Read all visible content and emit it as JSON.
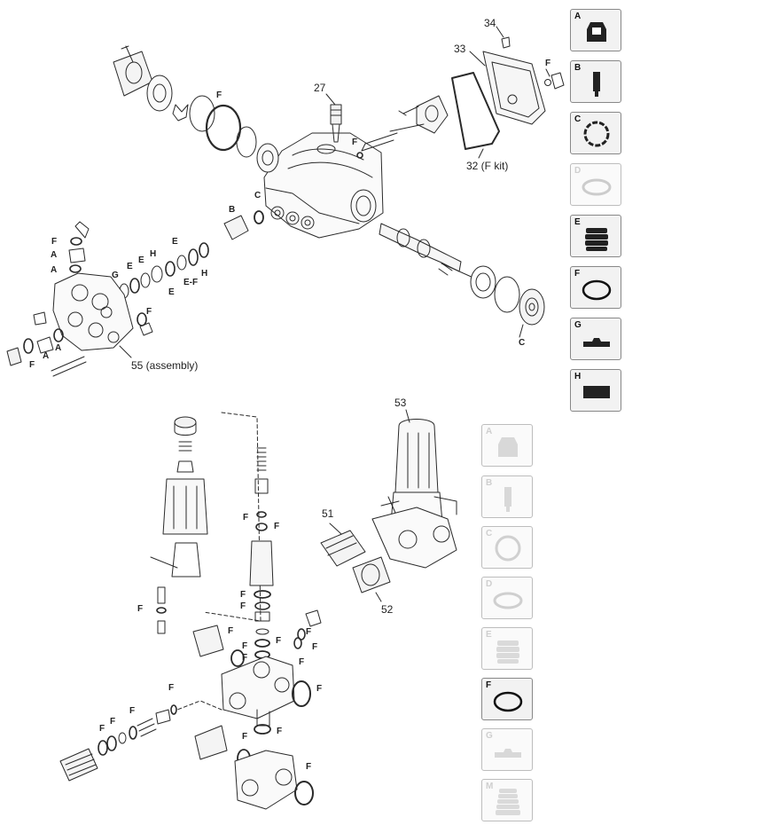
{
  "callouts": {
    "n27": "27",
    "n32": "32 (F kit)",
    "n33": "33",
    "n34": "34",
    "n55": "55 (assembly)",
    "n51": "51",
    "n52": "52",
    "n53": "53"
  },
  "letters": {
    "F": "F",
    "A": "A",
    "B": "B",
    "C": "C",
    "E": "E",
    "G": "G",
    "H": "H",
    "EF": "E-F"
  },
  "legend_top": [
    {
      "letter": "A",
      "icon": "seal-cap-icon",
      "active": true
    },
    {
      "letter": "B",
      "icon": "plunger-icon",
      "active": true
    },
    {
      "letter": "C",
      "icon": "seal-ring-icon",
      "active": true
    },
    {
      "letter": "D",
      "icon": "flat-washer-icon",
      "active": false
    },
    {
      "letter": "E",
      "icon": "packing-stack-icon",
      "active": true
    },
    {
      "letter": "F",
      "icon": "o-ring-icon",
      "active": true
    },
    {
      "letter": "G",
      "icon": "support-ring-icon",
      "active": true
    },
    {
      "letter": "H",
      "icon": "head-ring-icon",
      "active": true
    }
  ],
  "legend_bottom": [
    {
      "letter": "A",
      "icon": "seal-cap-icon",
      "active": false
    },
    {
      "letter": "B",
      "icon": "plunger-icon",
      "active": false
    },
    {
      "letter": "C",
      "icon": "seal-ring-icon",
      "active": false
    },
    {
      "letter": "D",
      "icon": "flat-washer-icon",
      "active": false
    },
    {
      "letter": "E",
      "icon": "packing-stack-icon",
      "active": false
    },
    {
      "letter": "F",
      "icon": "o-ring-icon",
      "active": true
    },
    {
      "letter": "G",
      "icon": "support-ring-icon",
      "active": false
    },
    {
      "letter": "M",
      "icon": "multi-ring-icon",
      "active": false
    }
  ]
}
